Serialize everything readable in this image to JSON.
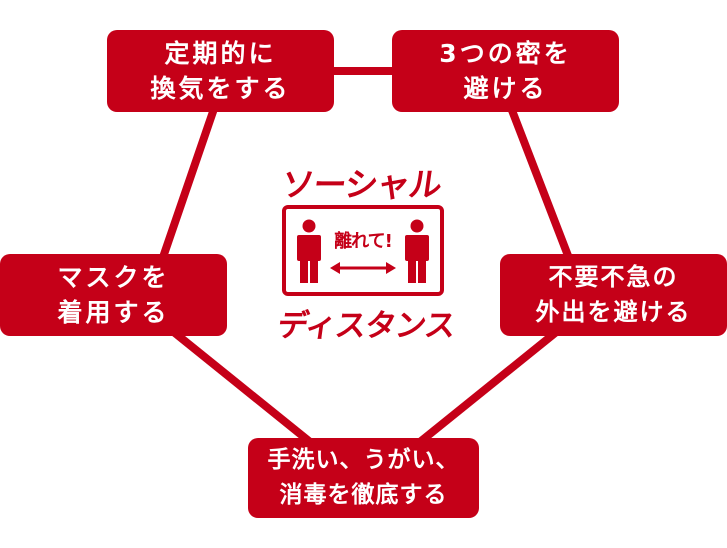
{
  "center": {
    "title_top": "ソーシャル",
    "sign_text": "離れて!",
    "title_bottom": "ディスタンス"
  },
  "boxes": {
    "ventilate": {
      "line1": "定期的に",
      "line2": "換気をする"
    },
    "avoid_3c": {
      "line1": "3つの密を",
      "line2": "避ける"
    },
    "mask": {
      "line1": "マスクを",
      "line2": "着用する"
    },
    "avoid_outing": {
      "line1": "不要不急の",
      "line2": "外出を避ける"
    },
    "wash": {
      "line1": "手洗い、うがい、",
      "line2": "消毒を徹底する"
    }
  },
  "colors": {
    "accent": "#c50018",
    "background": "#ffffff",
    "text_on_accent": "#ffffff"
  },
  "icons": [
    "person-icon",
    "double-arrow-icon"
  ]
}
